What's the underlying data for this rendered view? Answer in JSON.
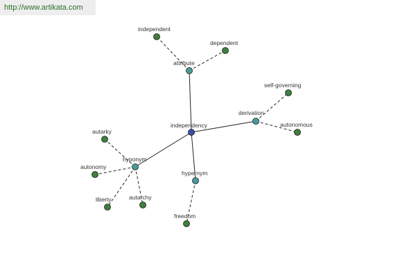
{
  "banner": {
    "url": "http://www.artikata.com"
  },
  "colors": {
    "center": "#3b4ea0",
    "relation": "#4a9a9a",
    "leaf": "#3f7f3f",
    "edge": "#222222",
    "dashed_edge": "#222222"
  },
  "graph": {
    "center": {
      "id": "independency",
      "label": "independency"
    },
    "relations": [
      {
        "id": "attribute",
        "label": "attribute"
      },
      {
        "id": "derivation",
        "label": "derivation"
      },
      {
        "id": "hyponym",
        "label": "hyponym"
      },
      {
        "id": "hypernym",
        "label": "hypernym"
      }
    ],
    "leaves": [
      {
        "id": "independent",
        "label": "independent",
        "parent": "attribute"
      },
      {
        "id": "dependent",
        "label": "dependent",
        "parent": "attribute"
      },
      {
        "id": "self-governing",
        "label": "self-governing",
        "parent": "derivation"
      },
      {
        "id": "autonomous",
        "label": "autonomous",
        "parent": "derivation"
      },
      {
        "id": "autarky",
        "label": "autarky",
        "parent": "hyponym"
      },
      {
        "id": "autonomy",
        "label": "autonomy",
        "parent": "hyponym"
      },
      {
        "id": "liberty",
        "label": "liberty",
        "parent": "hyponym"
      },
      {
        "id": "autarchy",
        "label": "autarchy",
        "parent": "hyponym"
      },
      {
        "id": "freedom",
        "label": "freedom",
        "parent": "hypernym"
      }
    ]
  }
}
